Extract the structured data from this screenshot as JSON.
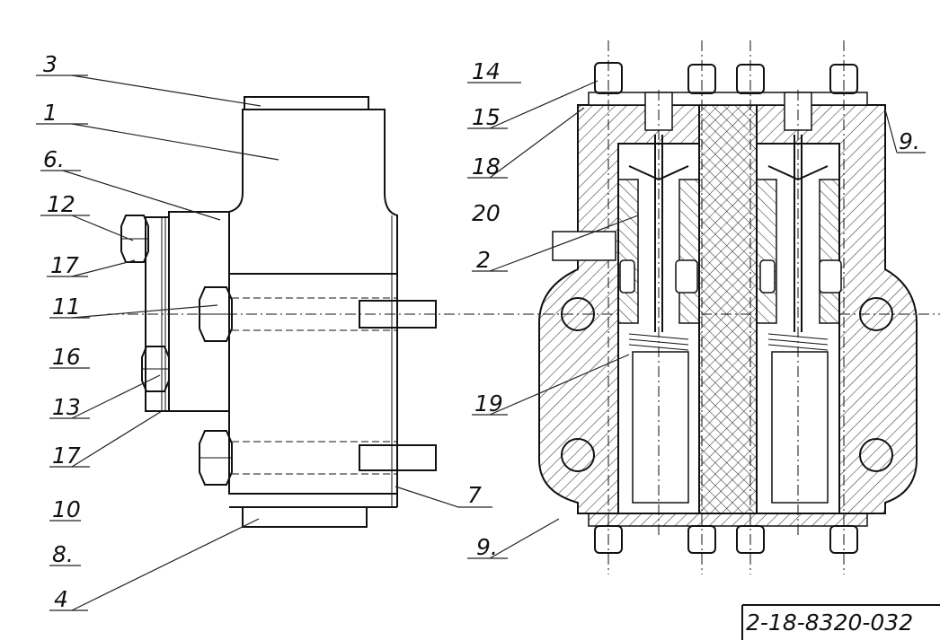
{
  "callouts": {
    "c3": "3",
    "c1": "1",
    "c6": "6.",
    "c12": "12",
    "c17a": "17",
    "c11": "11",
    "c16": "16",
    "c13": "13",
    "c17b": "17",
    "c10": "10",
    "c8": "8.",
    "c4": "4",
    "c7": "7",
    "c14": "14",
    "c15": "15",
    "c18": "18",
    "c20": "20",
    "c2": "2",
    "c19": "19",
    "c9a": "9.",
    "c9b": "9."
  },
  "drawing_number": "2-18-8320-032"
}
